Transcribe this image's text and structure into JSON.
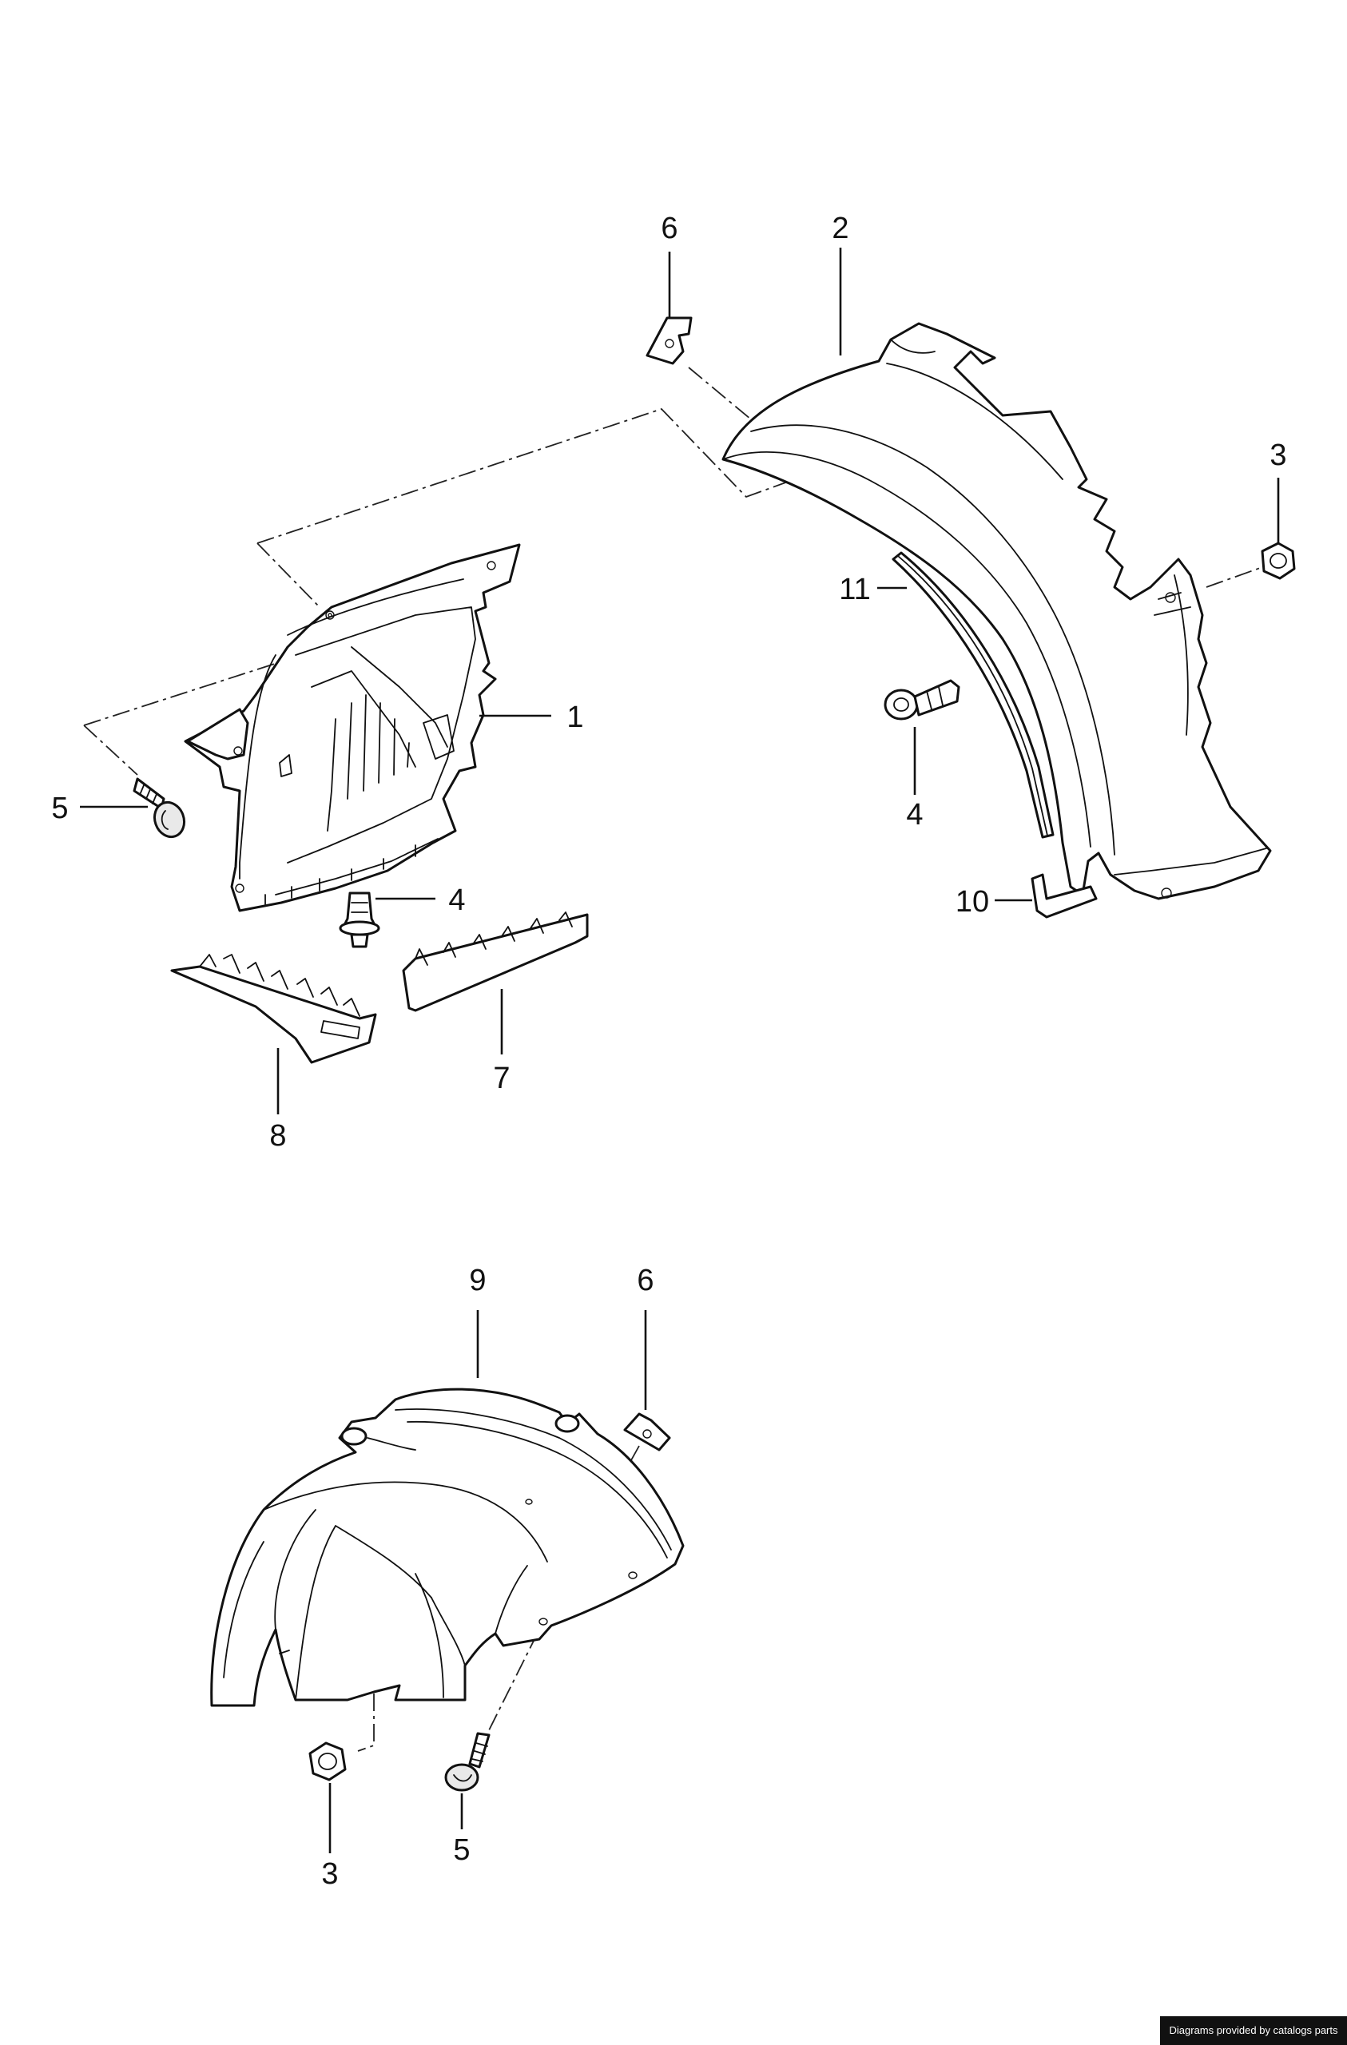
{
  "callouts": {
    "upper": {
      "n1": "1",
      "n2": "2",
      "n3": "3",
      "n4a": "4",
      "n4b": "4",
      "n5": "5",
      "n6": "6",
      "n7": "7",
      "n8": "8",
      "n10": "10",
      "n11": "11"
    },
    "lower": {
      "n3": "3",
      "n5": "5",
      "n6": "6",
      "n9": "9"
    }
  },
  "footer": {
    "credit": "Diagrams provided by catalogs parts"
  }
}
